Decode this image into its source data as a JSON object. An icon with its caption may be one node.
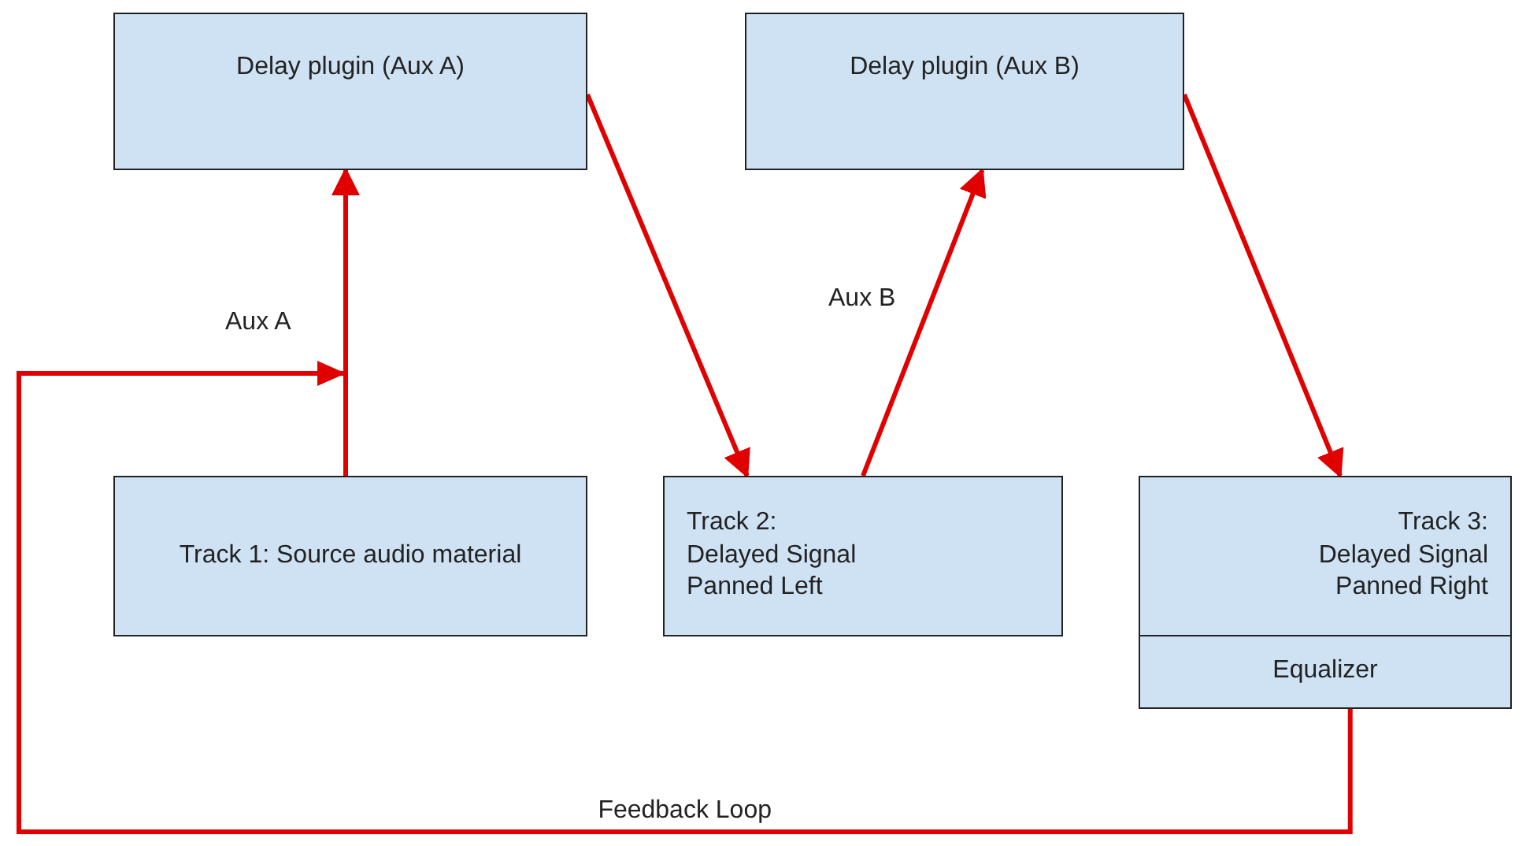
{
  "diagram": {
    "nodes": [
      {
        "text": [
          "Delay plugin (Aux A)"
        ]
      },
      {
        "text": [
          "Delay plugin (Aux B)"
        ]
      },
      {
        "text": [
          "Track 1: Source audio material"
        ]
      },
      {
        "text": [
          "Track 2: Delayed Signal Panned Left"
        ]
      },
      {
        "text": [
          "Track 3: Delayed Signal Panned Right"
        ]
      },
      {
        "text": [
          "Equalizer"
        ]
      }
    ],
    "edges": [
      {
        "from": 2,
        "to": 0,
        "arrow": "to",
        "label": "Aux A"
      },
      {
        "from": 5,
        "to": 0,
        "arrow": "to",
        "label": "Feedback Loop"
      },
      {
        "from": 0,
        "to": 3,
        "arrow": "to"
      },
      {
        "from": 3,
        "to": 1,
        "arrow": "to",
        "label": "Aux B"
      },
      {
        "from": 1,
        "to": 4,
        "arrow": "to"
      }
    ]
  }
}
